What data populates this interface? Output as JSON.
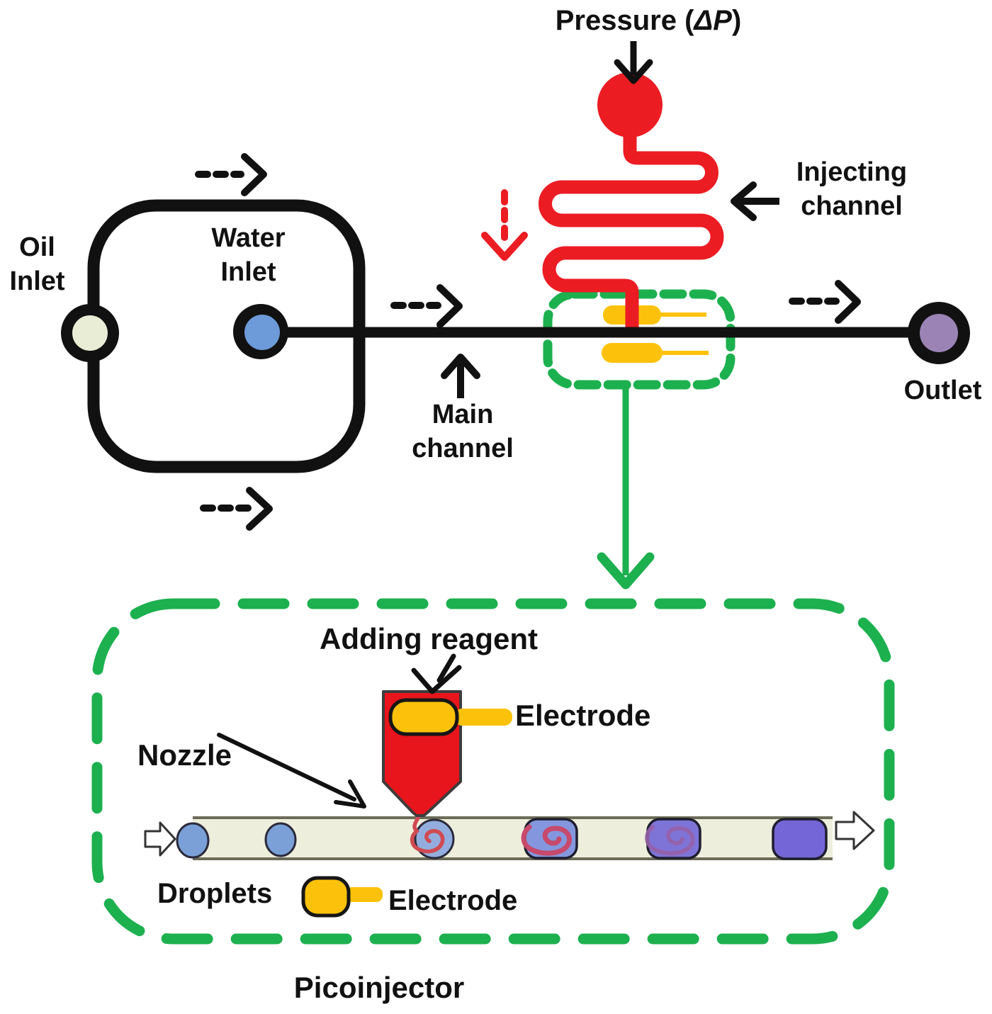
{
  "figure": {
    "type": "microfluidic picoinjector schematic",
    "labels": {
      "pressure_prefix": "Pressure (",
      "pressure_symbol": "ΔP",
      "pressure_suffix": ")",
      "injecting_channel": "Injecting channel",
      "oil_inlet": "Oil Inlet",
      "water_inlet": "Water Inlet",
      "main_channel": "Main channel",
      "outlet": "Outlet",
      "adding_reagent": "Adding reagent",
      "nozzle": "Nozzle",
      "electrode_top": "Electrode",
      "electrode_bottom": "Electrode",
      "droplets": "Droplets",
      "picoinjector": "Picoinjector"
    },
    "icons": [
      "pressure-down-arrow",
      "flow-dashed-arrow-top",
      "flow-dashed-arrow-bottom",
      "flow-dashed-arrow-main",
      "flow-dashed-arrow-outlet",
      "red-dashed-flow-arrow",
      "injecting-channel-arrow",
      "main-channel-arrow",
      "adding-reagent-arrow",
      "nozzle-arrow",
      "zoom-link-arrow",
      "droplet-inflow-arrow",
      "droplet-outflow-arrow"
    ],
    "colors": {
      "channel_red": "#ec1c23",
      "chip_black": "#111111",
      "dashed_green": "#1db04f",
      "electrode_yellow": "#fcc20b",
      "oil_inlet_fill": "#e9edd6",
      "water_inlet_fill": "#6d9ad8",
      "outlet_fill": "#9b84b5",
      "droplet_blue": "#7ba0d8",
      "injected_droplet_blue": "#8497de",
      "mixing_droplet_purple": "#7e74d8",
      "mixed_droplet_purple": "#7466d6",
      "swirl_red": "#c7496b",
      "swirl_purple": "#9660a8",
      "flow_channel_beige": "#eeeedd"
    }
  }
}
